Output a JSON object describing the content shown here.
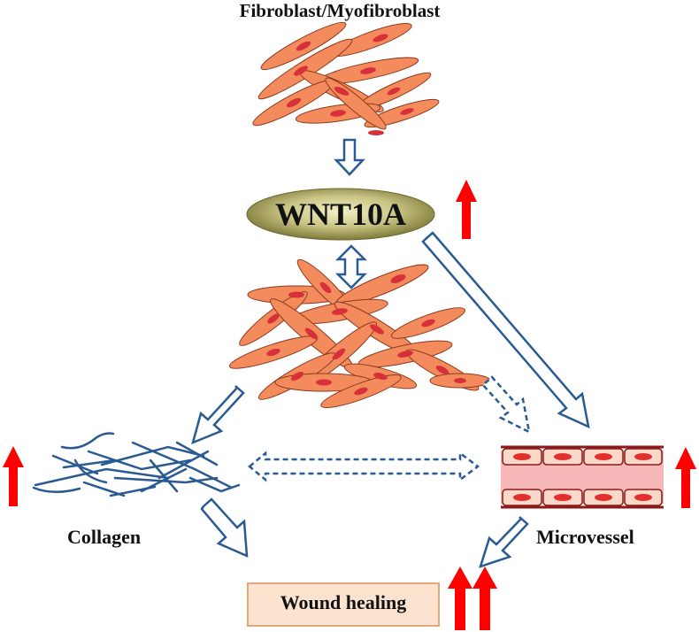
{
  "labels": {
    "top_title": "Fibroblast/Myofibroblast",
    "wnt10a": "WNT10A",
    "collagen": "Collagen",
    "microvessel": "Microvessel",
    "wound_healing": "Wound healing"
  },
  "colors": {
    "fibroblast_fill": "#f48b5c",
    "fibroblast_nucleus": "#d8303a",
    "arrow_outline": "#2a5a92",
    "up_arrow": "#ff0000",
    "collagen_fiber": "#2a5a92",
    "vessel_wall": "#8b1a1a",
    "vessel_lumen": "#f6b8b8",
    "wound_box_fill": "#fbe3d0"
  },
  "icons": {
    "up_arrow": "upward-red-arrow",
    "double_up_arrow": "double-upward-red-arrow"
  }
}
